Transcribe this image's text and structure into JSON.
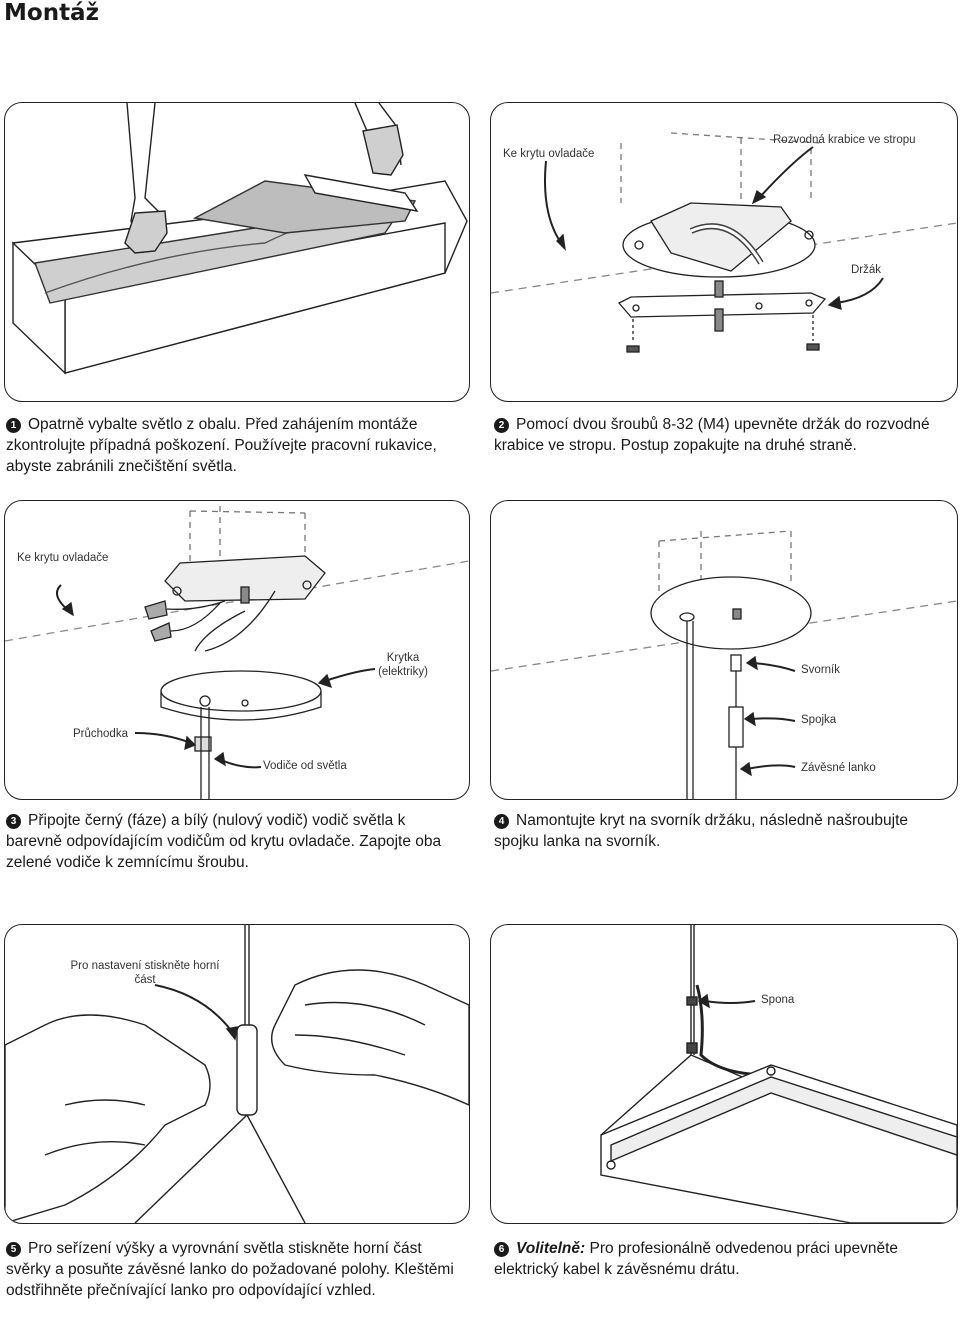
{
  "title": "Montáž",
  "steps": [
    {
      "num": "1",
      "text": "Opatrně vybalte světlo z obalu.  Před zahájením montáže zkontrolujte případná poškození. Používejte pracovní rukavice, abyste zabránili znečištění světla."
    },
    {
      "num": "2",
      "text": "Pomocí dvou šroubů 8-32 (M4) upevněte držák do rozvodné krabice ve stropu.  Postup zopakujte na druhé straně."
    },
    {
      "num": "3",
      "text": "Připojte černý (fáze) a bílý (nulový vodič) vodič světla k barevně odpovídajícím vodičům od krytu ovladače. Zapojte oba zelené vodiče k zemnícímu šroubu."
    },
    {
      "num": "4",
      "text": "Namontujte kryt na svorník držáku, následně našroubujte spojku lanka na svorník."
    },
    {
      "num": "5",
      "text": "Pro seřízení výšky a vyrovnání světla stiskněte horní část svěrky a posuňte závěsné lanko do požadované polohy. Kleštěmi odstřihněte přečnívající lanko pro odpovídající vzhled."
    },
    {
      "num": "6",
      "optional": "Volitelně:",
      "text": " Pro profesionálně odvedenou práci upevněte elektrický kabel k závěsnému drátu."
    }
  ],
  "labels": {
    "p2_cover": "Ke krytu ovladače",
    "p2_box": "Rozvodná krabice ve stropu",
    "p2_bracket": "Držák",
    "p3_cover": "Ke krytu ovladače",
    "p3_canopy": "Krytka (elektriky)",
    "p3_grommet": "Průchodka",
    "p3_wires": "Vodiče od světla",
    "p4_stud": "Svorník",
    "p4_coupling": "Spojka",
    "p4_cable": "Závěsné lanko",
    "p5_press": "Pro nastavení stiskněte horní část",
    "p6_clip": "Spona"
  }
}
